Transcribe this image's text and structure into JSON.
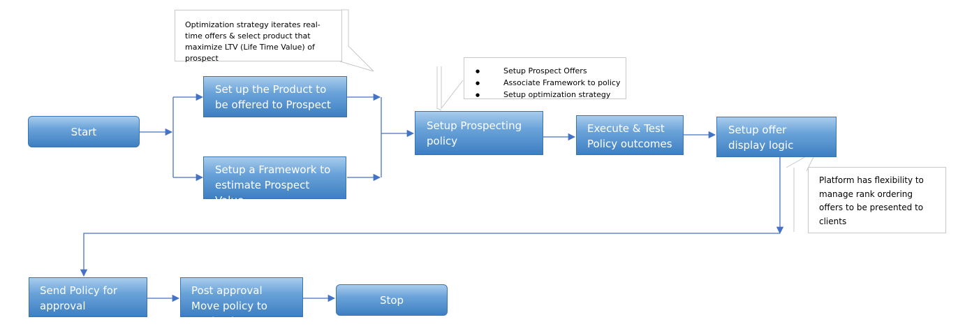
{
  "nodes": {
    "start": "Start",
    "product": "Set up the Product to be offered to Prospect",
    "framework": "Setup a Framework to estimate Prospect Value",
    "prospecting": "Setup Prospecting policy",
    "execute": "Execute & Test Policy outcomes",
    "display": "Setup offer display logic",
    "send": "Send Policy for approval",
    "post": "Post approval Move policy to Production",
    "stop": "Stop"
  },
  "callouts": {
    "optimization": "Optimization strategy iterates real-time offers & select product that maximize LTV (Life Time Value) of prospect",
    "policy_items": [
      "Setup Prospect Offers",
      "Associate Framework to policy",
      "Setup optimization strategy"
    ],
    "platform": "Platform has flexibility to manage rank ordering offers to be presented to clients"
  },
  "colors": {
    "box_top": "#a8ccec",
    "box_bottom": "#3e7fc2",
    "connector": "#4472c4"
  }
}
